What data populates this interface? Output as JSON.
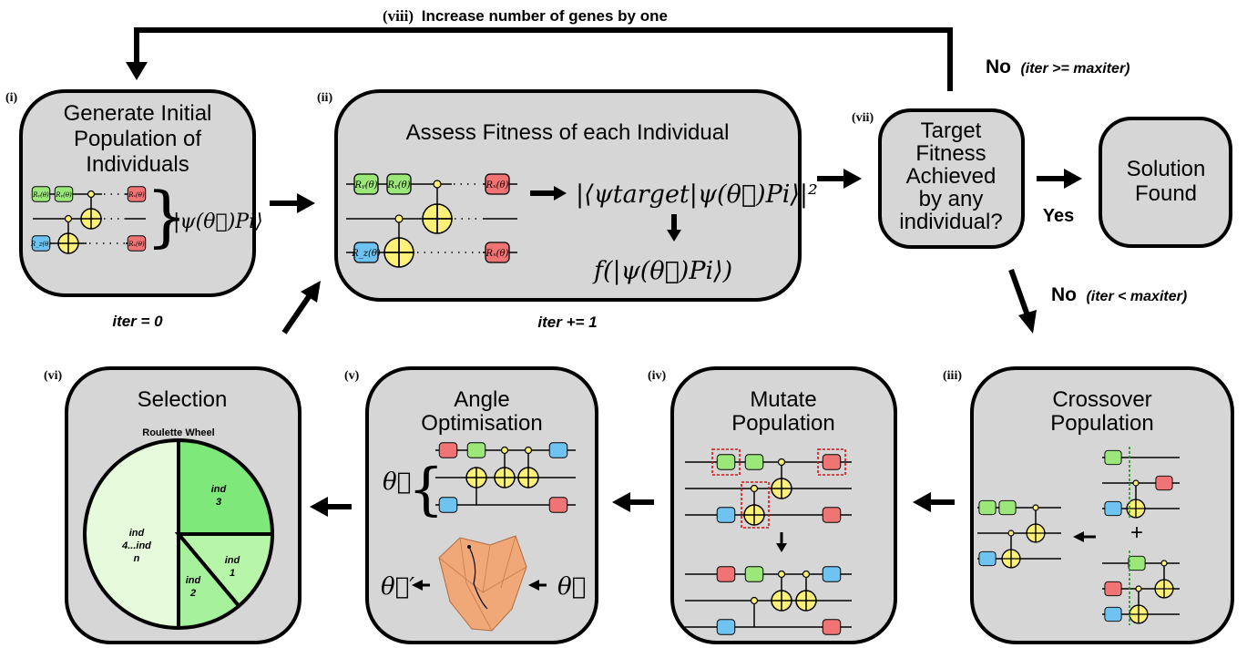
{
  "loop_label": {
    "num": "(viii)",
    "text": "Increase number of genes by one"
  },
  "boxes": {
    "i": {
      "label": "(i)",
      "title": [
        "Generate Initial",
        "Population of",
        "Individuals"
      ],
      "caption": "iter = 0"
    },
    "ii": {
      "label": "(ii)",
      "title": [
        "Assess Fitness of each Individual"
      ],
      "caption": "iter += 1"
    },
    "vii": {
      "label": "(vii)",
      "title": [
        "Target",
        "Fitness",
        "Achieved",
        "by any",
        "individual?"
      ]
    },
    "sol": {
      "title": [
        "Solution",
        "Found"
      ]
    },
    "iii": {
      "label": "(iii)",
      "title": [
        "Crossover",
        "Population"
      ]
    },
    "iv": {
      "label": "(iv)",
      "title": [
        "Mutate",
        "Population"
      ]
    },
    "v": {
      "label": "(v)",
      "title": [
        "Angle",
        "Optimisation"
      ]
    },
    "vi": {
      "label": "(vi)",
      "title": [
        "Selection"
      ]
    }
  },
  "decisions": {
    "no_top": {
      "word": "No",
      "cond": "(iter >= maxiter)"
    },
    "no_bottom": {
      "word": "No",
      "cond": "(iter < maxiter)"
    },
    "yes": "Yes"
  },
  "roulette": {
    "title": "Roulette Wheel",
    "slices": [
      {
        "label": "ind 4...ind n",
        "color": "#e6fbdc"
      },
      {
        "label": "ind 3",
        "color": "#7fe87a"
      },
      {
        "label": "ind 1",
        "color": "#b7f5a8"
      },
      {
        "label": "ind 2",
        "color": "#a6f19b"
      }
    ]
  },
  "gates": {
    "ry": "Ry(θ)",
    "rx": "Rx(θ)",
    "rz": "Rz(θ)"
  },
  "math": {
    "state": "|ψ(θ⃗)Pi⟩",
    "fidelity": "|⟨ψtarget|ψ(θ⃗)Pi⟩|²",
    "fitness": "f(|ψ(θ⃗)Pi⟩)",
    "theta": "θ⃗",
    "theta_prime": "θ⃗′"
  },
  "colors": {
    "box_fill": "#d6d6d6",
    "green_gate": "#9be77a",
    "red_gate": "#f07474",
    "blue_gate": "#6ec3f0",
    "xor": "#fff176"
  }
}
